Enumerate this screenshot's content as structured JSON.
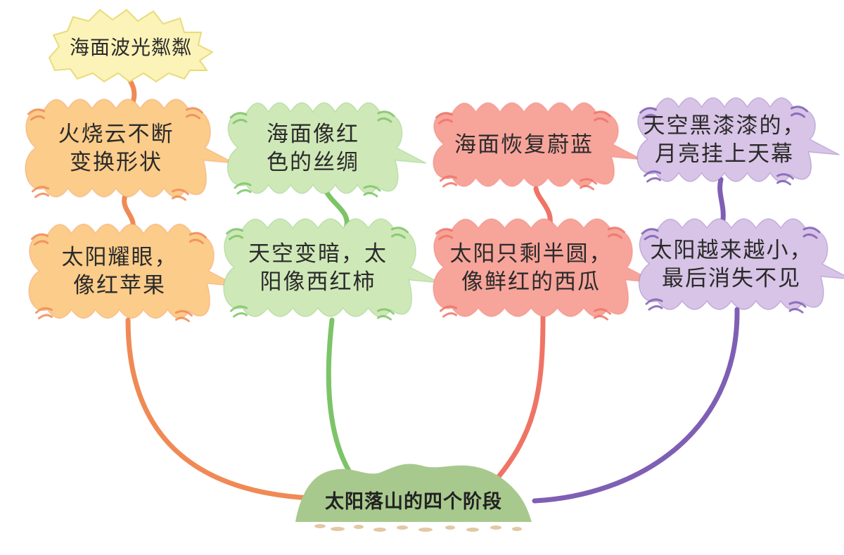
{
  "root": {
    "label": "太阳落山的四个阶段",
    "hill_color": "#a8c98e",
    "pebble_color": "#e2c9a4"
  },
  "top_node": {
    "label": "海面波光粼粼",
    "fill": "#fbf3b8",
    "stroke": "#e8dc7a"
  },
  "branches": [
    {
      "color": "#f08a55",
      "fill": "#fbcc8a",
      "lower": {
        "lines": [
          "太阳耀眼，",
          "像红苹果"
        ]
      },
      "upper": {
        "lines": [
          "火烧云不断",
          "变换形状"
        ]
      }
    },
    {
      "color": "#7cc467",
      "fill": "#cfe8b8",
      "lower": {
        "lines": [
          "天空变暗，太",
          "阳像西红柿"
        ]
      },
      "upper": {
        "lines": [
          "海面像红",
          "色的丝绸"
        ]
      }
    },
    {
      "color": "#ef7466",
      "fill": "#f7a49a",
      "lower": {
        "lines": [
          "太阳只剩半圆，",
          "像鲜红的西瓜"
        ]
      },
      "upper": {
        "lines": [
          "海面恢复蔚蓝"
        ]
      }
    },
    {
      "color": "#7f5fb4",
      "fill": "#d8c4e6",
      "lower": {
        "lines": [
          "太阳越来越小，",
          "最后消失不见"
        ]
      },
      "upper": {
        "lines": [
          "天空黑漆漆的，",
          "月亮挂上天幕"
        ]
      }
    }
  ]
}
